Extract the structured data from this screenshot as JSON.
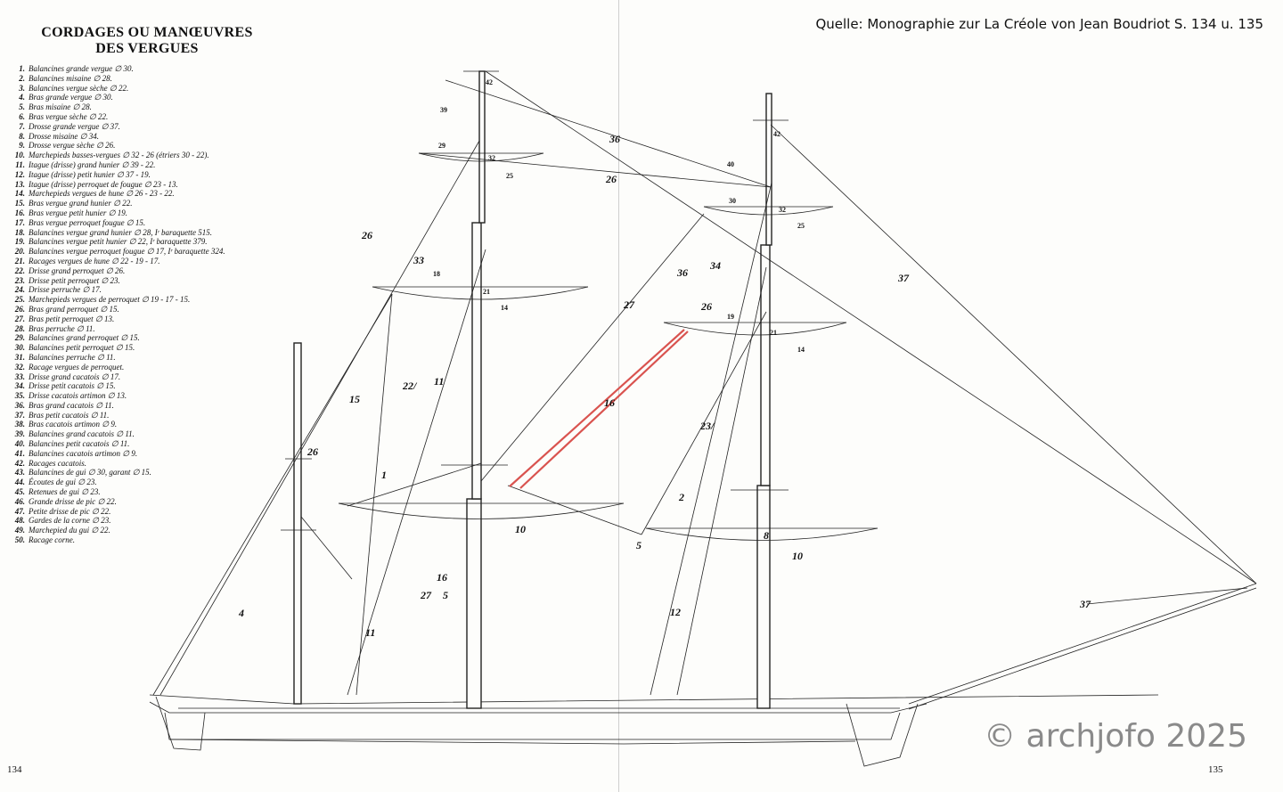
{
  "title_line1": "CORDAGES OU MANŒUVRES",
  "title_line2": "DES VERGUES",
  "source": "Quelle: Monographie zur La Créole von Jean Boudriot S. 134 u. 135",
  "copyright": "© archjofo 2025",
  "page_left": "134",
  "page_right": "135",
  "legend": [
    {
      "n": "1.",
      "t": "Balancines grande vergue ∅ 30."
    },
    {
      "n": "2.",
      "t": "Balancines misaine ∅ 28."
    },
    {
      "n": "3.",
      "t": "Balancines vergue sèche ∅ 22."
    },
    {
      "n": "4.",
      "t": "Bras grande vergue ∅ 30."
    },
    {
      "n": "5.",
      "t": "Bras misaine ∅ 28."
    },
    {
      "n": "6.",
      "t": "Bras vergue sèche ∅ 22."
    },
    {
      "n": "7.",
      "t": "Drosse grande vergue ∅ 37."
    },
    {
      "n": "8.",
      "t": "Drosse misaine ∅ 34."
    },
    {
      "n": "9.",
      "t": "Drosse vergue sèche ∅ 26."
    },
    {
      "n": "10.",
      "t": "Marchepieds basses-vergues ∅ 32 - 26 (étriers 30 - 22)."
    },
    {
      "n": "11.",
      "t": "Itague (drisse) grand hunier ∅ 39 - 22."
    },
    {
      "n": "12.",
      "t": "Itague (drisse) petit hunier ∅ 37 - 19."
    },
    {
      "n": "13.",
      "t": "Itague (drisse) perroquet de fougue ∅ 23 - 13."
    },
    {
      "n": "14.",
      "t": "Marchepieds vergues de hune ∅ 26 - 23 - 22."
    },
    {
      "n": "15.",
      "t": "Bras vergue grand hunier ∅ 22."
    },
    {
      "n": "16.",
      "t": "Bras vergue petit hunier ∅ 19."
    },
    {
      "n": "17.",
      "t": "Bras vergue perroquet fougue ∅ 15."
    },
    {
      "n": "18.",
      "t": "Balancines vergue grand hunier ∅ 28, Iʳ baraquette 515."
    },
    {
      "n": "19.",
      "t": "Balancines vergue petit hunier ∅ 22, Iʳ baraquette 379."
    },
    {
      "n": "20.",
      "t": "Balancines vergue perroquet fougue ∅ 17, Iʳ baraquette 324."
    },
    {
      "n": "21.",
      "t": "Racages vergues de hune ∅ 22 - 19 - 17."
    },
    {
      "n": "22.",
      "t": "Drisse grand perroquet ∅ 26."
    },
    {
      "n": "23.",
      "t": "Drisse petit perroquet ∅ 23."
    },
    {
      "n": "24.",
      "t": "Drisse perruche ∅ 17."
    },
    {
      "n": "25.",
      "t": "Marchepieds vergues de perroquet ∅ 19 - 17 - 15."
    },
    {
      "n": "26.",
      "t": "Bras grand perroquet ∅ 15."
    },
    {
      "n": "27.",
      "t": "Bras petit perroquet ∅ 13."
    },
    {
      "n": "28.",
      "t": "Bras perruche ∅ 11."
    },
    {
      "n": "29.",
      "t": "Balancines grand perroquet ∅ 15."
    },
    {
      "n": "30.",
      "t": "Balancines petit perroquet ∅ 15."
    },
    {
      "n": "31.",
      "t": "Balancines perruche ∅ 11."
    },
    {
      "n": "32.",
      "t": "Racage vergues de perroquet."
    },
    {
      "n": "33.",
      "t": "Drisse grand cacatois ∅ 17."
    },
    {
      "n": "34.",
      "t": "Drisse petit cacatois ∅ 15."
    },
    {
      "n": "35.",
      "t": "Drisse cacatois artimon ∅ 13."
    },
    {
      "n": "36.",
      "t": "Bras grand cacatois ∅ 11."
    },
    {
      "n": "37.",
      "t": "Bras petit cacatois ∅ 11."
    },
    {
      "n": "38.",
      "t": "Bras cacatois artimon ∅ 9."
    },
    {
      "n": "39.",
      "t": "Balancines grand cacatois ∅ 11."
    },
    {
      "n": "40.",
      "t": "Balancines petit cacatois ∅ 11."
    },
    {
      "n": "41.",
      "t": "Balancines cacatois artimon ∅ 9."
    },
    {
      "n": "42.",
      "t": "Racages cacatois."
    },
    {
      "n": "43.",
      "t": "Balancines de gui ∅ 30, garant ∅ 15."
    },
    {
      "n": "44.",
      "t": "Écoutes de gui ∅ 23."
    },
    {
      "n": "45.",
      "t": "Retenues de gui ∅ 23."
    },
    {
      "n": "46.",
      "t": "Grande drisse de pic ∅ 22."
    },
    {
      "n": "47.",
      "t": "Petite drisse de pic ∅ 22."
    },
    {
      "n": "48.",
      "t": "Gardes de la corne ∅ 23."
    },
    {
      "n": "49.",
      "t": "Marchepied du gui ∅ 22."
    },
    {
      "n": "50.",
      "t": "Racage corne."
    }
  ],
  "callouts": {
    "n1": "1",
    "n2": "2",
    "n4": "4",
    "n5": "5",
    "n8": "8",
    "n10": "10",
    "n11": "11",
    "n12": "12",
    "n14": "14",
    "n15": "15",
    "n16": "16",
    "n18": "18",
    "n19": "19",
    "n21": "21",
    "n22": "22/",
    "n23": "23/",
    "n25": "25",
    "n26": "26",
    "n27": "27",
    "n29": "29",
    "n30": "30",
    "n32": "32",
    "n33": "33",
    "n34": "34",
    "n36": "36",
    "n37": "37",
    "n39": "39",
    "n40": "40",
    "n42": "42"
  }
}
